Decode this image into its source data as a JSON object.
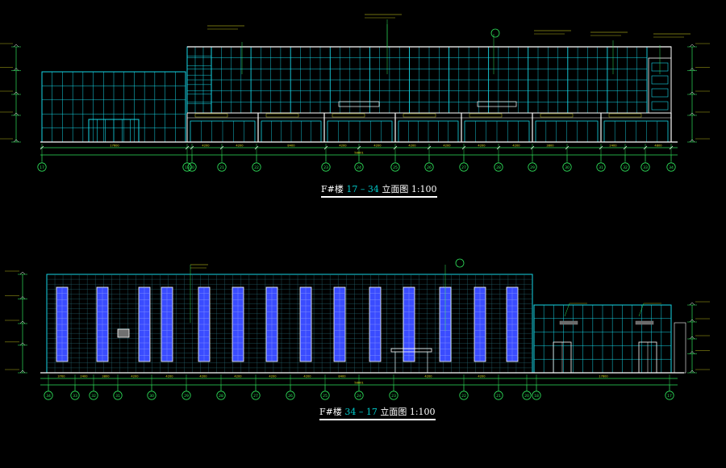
{
  "colors": {
    "background": "#000000",
    "glazing_grid": "#16d6e6",
    "dim_lines": "#2ee05a",
    "structure_blue": "#3a4cff",
    "white_lines": "#ffffff",
    "yellow": "#e0e020",
    "magenta": "#c040c0",
    "red": "#ff4040"
  },
  "top_elevation": {
    "title_prefix": "F#楼",
    "axis_range": "17 – 34",
    "title_suffix": "立面图 1:100",
    "axis_labels": [
      "17",
      "18",
      "20",
      "21",
      "22",
      "23",
      "24",
      "25",
      "26",
      "27",
      "28",
      "29",
      "30",
      "31",
      "32",
      "33",
      "34"
    ],
    "dimension_labels": [
      "17600",
      "4200",
      "4200",
      "8400",
      "4200",
      "4200",
      "4200",
      "4200",
      "4200",
      "4200",
      "3800",
      "2400",
      "4800"
    ],
    "total_dimension": "58801"
  },
  "bottom_elevation": {
    "title_prefix": "F#楼",
    "axis_range": "34 – 17",
    "title_suffix": "立面图 1:100",
    "axis_labels": [
      "34",
      "33",
      "32",
      "31",
      "30",
      "29",
      "28",
      "27",
      "26",
      "25",
      "24",
      "23",
      "22",
      "21",
      "20",
      "18",
      "17"
    ],
    "dimension_labels": [
      "3700",
      "2400",
      "3800",
      "4200",
      "4200",
      "4200",
      "4200",
      "4200",
      "4200",
      "8400",
      "4200",
      "4200",
      "17600"
    ],
    "total_dimension": "58801"
  },
  "legend_icons": [
    "axis-bubble-icon",
    "level-marker-icon"
  ]
}
